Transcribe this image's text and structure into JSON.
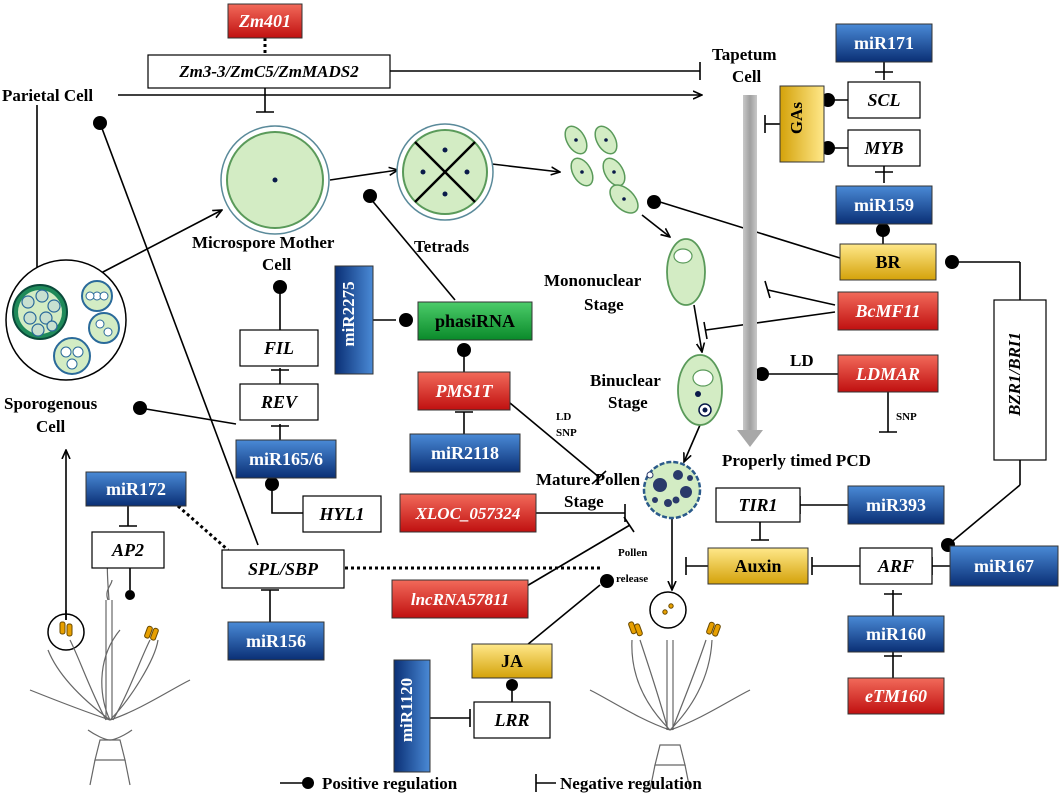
{
  "boxes": {
    "zm401": "Zm401",
    "zm3": "Zm3-3/ZmC5/ZmMADS2",
    "mir171": "miR171",
    "scl": "SCL",
    "myb": "MYB",
    "gas": "GAs",
    "mir159": "miR159",
    "br": "BR",
    "bcmf11": "BcMF11",
    "ldmar": "LDMAR",
    "bzr1": "BZR1/BRI1",
    "mir2275": "miR2275",
    "phasirna": "phasiRNA",
    "pms1t": "PMS1T",
    "mir2118": "miR2118",
    "fil": "FIL",
    "rev": "REV",
    "mir1656": "miR165/6",
    "hyl1": "HYL1",
    "mir172": "miR172",
    "ap2": "AP2",
    "splsbp": "SPL/SBP",
    "mir156": "miR156",
    "xloc": "XLOC_057324",
    "tir1": "TIR1",
    "mir393": "miR393",
    "auxin": "Auxin",
    "arf": "ARF",
    "mir167": "miR167",
    "mir160": "miR160",
    "etm160": "eTM160",
    "lncrna": "lncRNA57811",
    "ja": "JA",
    "lrr": "LRR",
    "mir1120": "miR1120"
  },
  "labels": {
    "parietal": "Parietal Cell",
    "tapetum1": "Tapetum",
    "tapetum2": "Cell",
    "mmc1": "Microspore Mother",
    "mmc2": "Cell",
    "tetrads": "Tetrads",
    "mono1": "Mononuclear",
    "mono2": "Stage",
    "bin1": "Binuclear",
    "bin2": "Stage",
    "mature1": "Mature Pollen",
    "mature2": "Stage",
    "spor1": "Sporogenous",
    "spor2": "Cell",
    "ld1": "LD",
    "ld2": "LD",
    "snp1": "SNP",
    "snp2": "SNP",
    "pcd": "Properly timed PCD",
    "pollen1": "Pollen",
    "pollen2": "release"
  },
  "legend": {
    "positive": "Positive regulation",
    "negative": "Negative regulation"
  },
  "colors": {
    "blue_top": "#3f7fcf",
    "blue_bottom": "#0a2f75",
    "red_top": "#f05a4a",
    "red_bottom": "#c01010",
    "gold_top": "#ffe27a",
    "gold_bottom": "#d4a20a",
    "green_top": "#40c060",
    "green_bottom": "#0a8a2a",
    "cell_fill": "#d3ecc4",
    "cell_ring": "#5a9a5a",
    "pcd_arrow": "#b0b0b0"
  }
}
